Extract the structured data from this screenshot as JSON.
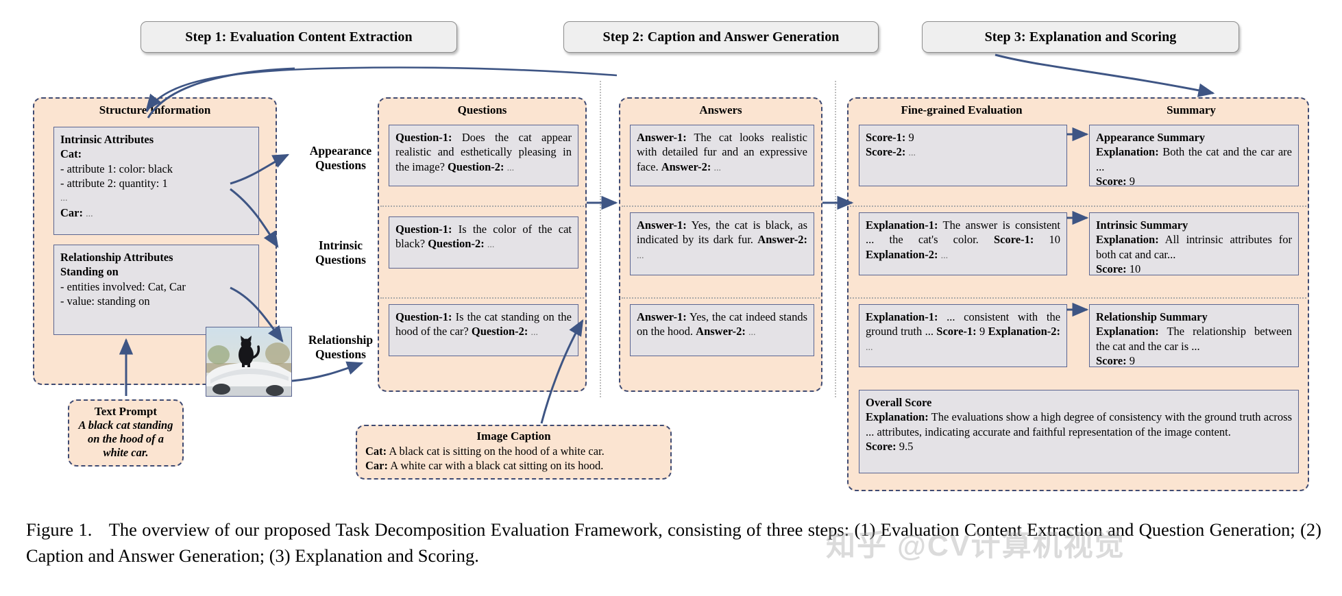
{
  "steps": [
    {
      "label": "Step 1: Evaluation Content Extraction"
    },
    {
      "label": "Step 2: Caption and Answer Generation"
    },
    {
      "label": "Step 3: Explanation and Scoring"
    }
  ],
  "structure_panel": {
    "title": "Structure Information",
    "intrinsic": {
      "heading": "Intrinsic Attributes",
      "entity": "Cat:",
      "lines": [
        "- attribute 1: color: black",
        "- attribute 2: quantity: 1"
      ],
      "ellipsis": "...",
      "more_entity": "Car:",
      "more_value": "..."
    },
    "relationship": {
      "heading": "Relationship Attributes",
      "relation": "Standing on",
      "lines": [
        "- entities involved: Cat, Car",
        "- value: standing on"
      ]
    }
  },
  "arrow_labels": {
    "appearance": "Appearance\nQuestions",
    "appearance_l1": "Appearance",
    "appearance_l2": "Questions",
    "intrinsic_l1": "Intrinsic",
    "intrinsic_l2": "Questions",
    "relationship_l1": "Relationship",
    "relationship_l2": "Questions"
  },
  "questions_panel": {
    "title": "Questions",
    "rows": [
      {
        "q1_label": "Question-1:",
        "q1_text": "Does the cat appear realistic and esthetically pleasing in the image?",
        "q2_label": "Question-2:",
        "q2_text": "..."
      },
      {
        "q1_label": "Question-1:",
        "q1_text": "Is the color of the cat black?",
        "q2_label": "Question-2:",
        "q2_text": "..."
      },
      {
        "q1_label": "Question-1:",
        "q1_text": "Is the cat standing on the hood of the car?",
        "q2_label": "Question-2:",
        "q2_text": "..."
      }
    ]
  },
  "answers_panel": {
    "title": "Answers",
    "rows": [
      {
        "a1_label": "Answer-1:",
        "a1_text": "The cat looks realistic with detailed fur and an expressive face.",
        "a2_label": "Answer-2:",
        "a2_text": "..."
      },
      {
        "a1_label": "Answer-1:",
        "a1_text": "Yes, the cat is black, as indicated by its dark fur.",
        "a2_label": "Answer-2:",
        "a2_text": "..."
      },
      {
        "a1_label": "Answer-1:",
        "a1_text": "Yes, the cat indeed stands on the hood.",
        "a2_label": "Answer-2:",
        "a2_text": "..."
      }
    ]
  },
  "evaluation_panel": {
    "title": "Fine-grained Evaluation",
    "rows": [
      {
        "line1_label": "Score-1:",
        "line1_text": "9",
        "line2_label": "Score-2:",
        "line2_text": "..."
      },
      {
        "line1_label": "Explanation-1:",
        "line1_text": "The answer is consistent ... the cat's color.",
        "line2_label": "Score-1:",
        "line2_text": "10",
        "line3_label": "Explanation-2:",
        "line3_text": "..."
      },
      {
        "line1_label": "Explanation-1:",
        "line1_text": "... consistent with the ground truth ...",
        "line2_label": "Score-1:",
        "line2_text": "9",
        "line3_label": "Explanation-2:",
        "line3_text": "..."
      }
    ],
    "overall": {
      "heading": "Overall Score",
      "explanation_label": "Explanation:",
      "explanation_text": "The evaluations show a high degree of consistency with the ground truth across ... attributes, indicating accurate and faithful representation of the image content.",
      "score_label": "Score:",
      "score_value": "9.5"
    }
  },
  "summary_panel": {
    "title": "Summary",
    "rows": [
      {
        "heading": "Appearance Summary",
        "explanation_label": "Explanation:",
        "explanation_text": "Both the cat and the car are ...",
        "score_label": "Score:",
        "score_value": "9"
      },
      {
        "heading": "Intrinsic Summary",
        "explanation_label": "Explanation:",
        "explanation_text": "All intrinsic attributes for both cat and car...",
        "score_label": "Score:",
        "score_value": "10"
      },
      {
        "heading": "Relationship Summary",
        "explanation_label": "Explanation:",
        "explanation_text": "The relationship between the cat and the car is ...",
        "score_label": "Score:",
        "score_value": "9"
      }
    ]
  },
  "text_prompt": {
    "title": "Text Prompt",
    "line1": "A black cat standing",
    "line2": "on the hood of a",
    "line3": "white car."
  },
  "image_caption": {
    "title": "Image Caption",
    "cat_label": "Cat:",
    "cat_text": "A black cat is sitting on the hood of a white car.",
    "car_label": "Car:",
    "car_text": "A white car with a black cat sitting on its hood."
  },
  "figure_caption": {
    "prefix": "Figure 1.",
    "text": "The overview of our proposed Task Decomposition Evaluation Framework, consisting of three steps: (1) Evaluation Content Extraction and Question Generation; (2) Caption and Answer Generation; (3) Explanation and Scoring."
  },
  "watermark": {
    "text": "知乎 @CV计算机视觉"
  },
  "colors": {
    "panel_fill": "#fbe4d1",
    "panel_border": "#3e4a72",
    "card_fill": "#e4e2e6",
    "card_border": "#5a6490",
    "chip_fill": "#efefef",
    "arrow": "#3e5584"
  }
}
